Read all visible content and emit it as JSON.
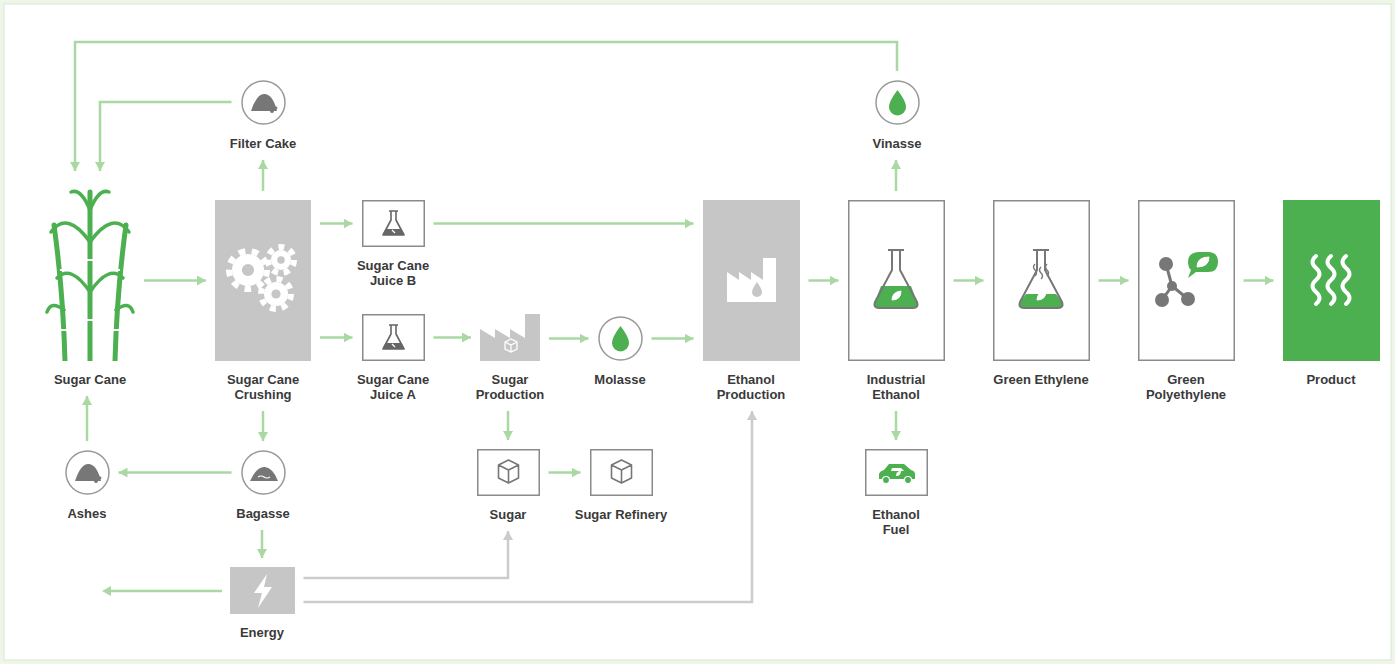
{
  "diagram": {
    "nodes": [
      {
        "text": [
          "Sugar Cane"
        ]
      },
      {
        "text": [
          "Sugar Cane Crushing"
        ]
      },
      {
        "text": [
          "Filter Cake"
        ]
      },
      {
        "text": [
          "Sugar Cane Juice B"
        ]
      },
      {
        "text": [
          "Sugar Cane Juice A"
        ]
      },
      {
        "text": [
          "Sugar Production"
        ]
      },
      {
        "text": [
          "Molasse"
        ]
      },
      {
        "text": [
          "Sugar"
        ]
      },
      {
        "text": [
          "Sugar Refinery"
        ]
      },
      {
        "text": [
          "Bagasse"
        ]
      },
      {
        "text": [
          "Ashes"
        ]
      },
      {
        "text": [
          "Energy"
        ]
      },
      {
        "text": [
          "Ethanol Production"
        ]
      },
      {
        "text": [
          "Vinasse"
        ]
      },
      {
        "text": [
          "Industrial Ethanol"
        ]
      },
      {
        "text": [
          "Ethanol Fuel"
        ]
      },
      {
        "text": [
          "Green Ethylene"
        ]
      },
      {
        "text": [
          "Green Polyethylene"
        ]
      },
      {
        "text": [
          "Product"
        ]
      }
    ],
    "edges": [
      {
        "from": 0,
        "to": 1,
        "arrow": "to"
      },
      {
        "from": 1,
        "to": 2,
        "arrow": "to"
      },
      {
        "from": 2,
        "to": 0,
        "arrow": "to"
      },
      {
        "from": 13,
        "to": 0,
        "arrow": "to"
      },
      {
        "from": 1,
        "to": 3,
        "arrow": "to"
      },
      {
        "from": 1,
        "to": 4,
        "arrow": "to"
      },
      {
        "from": 3,
        "to": 12,
        "arrow": "to"
      },
      {
        "from": 4,
        "to": 5,
        "arrow": "to"
      },
      {
        "from": 5,
        "to": 6,
        "arrow": "to"
      },
      {
        "from": 6,
        "to": 12,
        "arrow": "to"
      },
      {
        "from": 5,
        "to": 7,
        "arrow": "to"
      },
      {
        "from": 7,
        "to": 8,
        "arrow": "to"
      },
      {
        "from": 1,
        "to": 9,
        "arrow": "to"
      },
      {
        "from": 9,
        "to": 10,
        "arrow": "to"
      },
      {
        "from": 10,
        "to": 0,
        "arrow": "to"
      },
      {
        "from": 9,
        "to": 11,
        "arrow": "to"
      },
      {
        "from": 11,
        "to": 7,
        "arrow": "to"
      },
      {
        "from": 11,
        "to": 12,
        "arrow": "to"
      },
      {
        "from": 12,
        "to": 14,
        "arrow": "to"
      },
      {
        "from": 14,
        "to": 13,
        "arrow": "to"
      },
      {
        "from": 14,
        "to": 15,
        "arrow": "to"
      },
      {
        "from": 14,
        "to": 16,
        "arrow": "to"
      },
      {
        "from": 16,
        "to": 17,
        "arrow": "to"
      },
      {
        "from": 17,
        "to": 18,
        "arrow": "to"
      }
    ]
  }
}
